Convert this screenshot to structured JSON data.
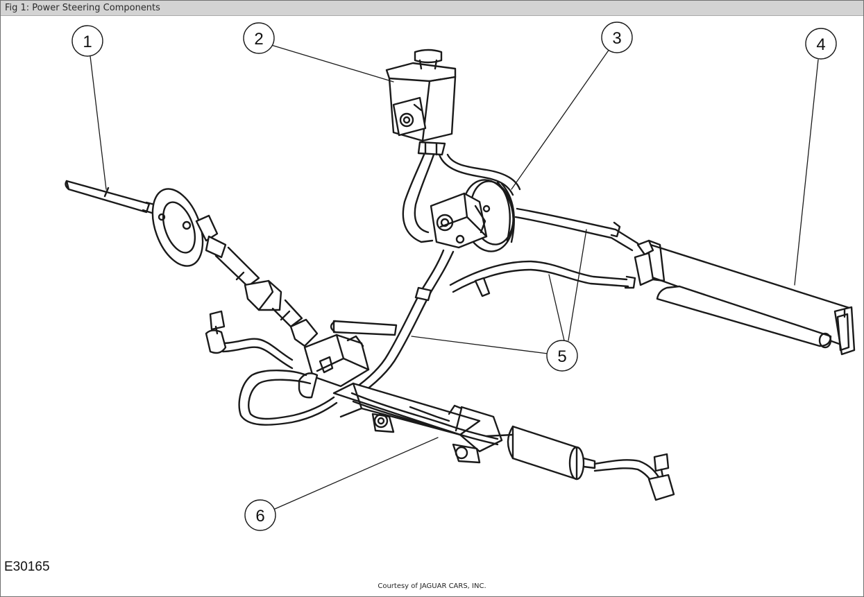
{
  "figure": {
    "title": "Fig 1: Power Steering Components",
    "code": "E30165",
    "credit": "Courtesy of JAGUAR CARS, INC."
  },
  "callouts": [
    {
      "id": "1",
      "label": "1"
    },
    {
      "id": "2",
      "label": "2"
    },
    {
      "id": "3",
      "label": "3"
    },
    {
      "id": "4",
      "label": "4"
    },
    {
      "id": "5",
      "label": "5"
    },
    {
      "id": "6",
      "label": "6"
    }
  ],
  "colors": {
    "line": "#1a1a1a",
    "header_bg": "#d3d3d3",
    "border": "#6f6f6f"
  }
}
